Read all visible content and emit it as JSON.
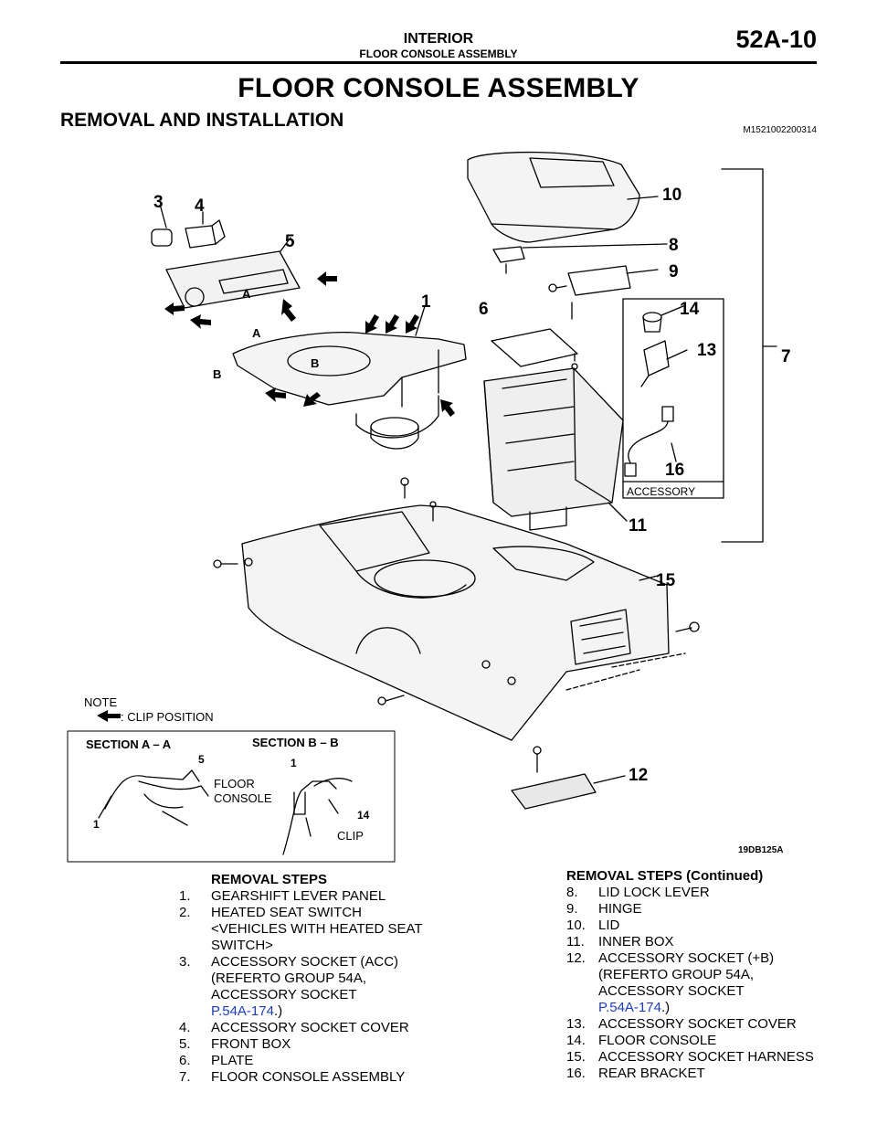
{
  "header": {
    "section": "INTERIOR",
    "subsection": "FLOOR CONSOLE ASSEMBLY",
    "page": "52A-10"
  },
  "title": "FLOOR CONSOLE ASSEMBLY",
  "heading": "REMOVAL AND INSTALLATION",
  "doc_code": "M1521002200314",
  "figure": {
    "callouts": [
      "1",
      "3",
      "4",
      "5",
      "6",
      "7",
      "8",
      "9",
      "10",
      "11",
      "12",
      "13",
      "14",
      "15",
      "16"
    ],
    "section_letters": [
      "A",
      "A",
      "B",
      "B"
    ],
    "accessory_label": "ACCESSORY",
    "note_title": "NOTE",
    "note_text": ": CLIP POSITION",
    "section_a_title": "SECTION A – A",
    "section_b_title": "SECTION B – B",
    "floor_console_line1": "FLOOR",
    "floor_console_line2": "CONSOLE",
    "clip_label": "CLIP",
    "inset_a_5": "5",
    "inset_a_1": "1",
    "inset_b_1": "1",
    "inset_b_14": "14",
    "figure_id": "19DB125A"
  },
  "removal_steps": {
    "title": "REMOVAL STEPS",
    "items": [
      {
        "num": "1.",
        "text": "GEARSHIFT LEVER PANEL"
      },
      {
        "num": "2.",
        "text": "HEATED SEAT SWITCH",
        "text2": "<VEHICLES WITH HEATED SEAT",
        "text3": "SWITCH>"
      },
      {
        "num": "3.",
        "text": "ACCESSORY SOCKET (ACC)",
        "text2": "(REFERTO GROUP 54A,",
        "text3": "ACCESSORY SOCKET",
        "link": "P.54A-174",
        "after": ".)"
      },
      {
        "num": "4.",
        "text": "ACCESSORY SOCKET COVER"
      },
      {
        "num": "5.",
        "text": "FRONT BOX"
      },
      {
        "num": "6.",
        "text": "PLATE"
      },
      {
        "num": "7.",
        "text": "FLOOR CONSOLE ASSEMBLY"
      }
    ]
  },
  "removal_steps_cont": {
    "title": "REMOVAL STEPS (Continued)",
    "items": [
      {
        "num": "8.",
        "text": "LID LOCK LEVER"
      },
      {
        "num": "9.",
        "text": "HINGE"
      },
      {
        "num": "10.",
        "text": "LID"
      },
      {
        "num": "11.",
        "text": "INNER BOX"
      },
      {
        "num": "12.",
        "text": "ACCESSORY SOCKET (+B)",
        "text2": "(REFERTO GROUP 54A,",
        "text3": "ACCESSORY SOCKET",
        "link": "P.54A-174",
        "after": ".)"
      },
      {
        "num": "13.",
        "text": "ACCESSORY SOCKET COVER"
      },
      {
        "num": "14.",
        "text": "FLOOR CONSOLE"
      },
      {
        "num": "15.",
        "text": "ACCESSORY SOCKET HARNESS"
      },
      {
        "num": "16.",
        "text": "REAR BRACKET"
      }
    ]
  }
}
